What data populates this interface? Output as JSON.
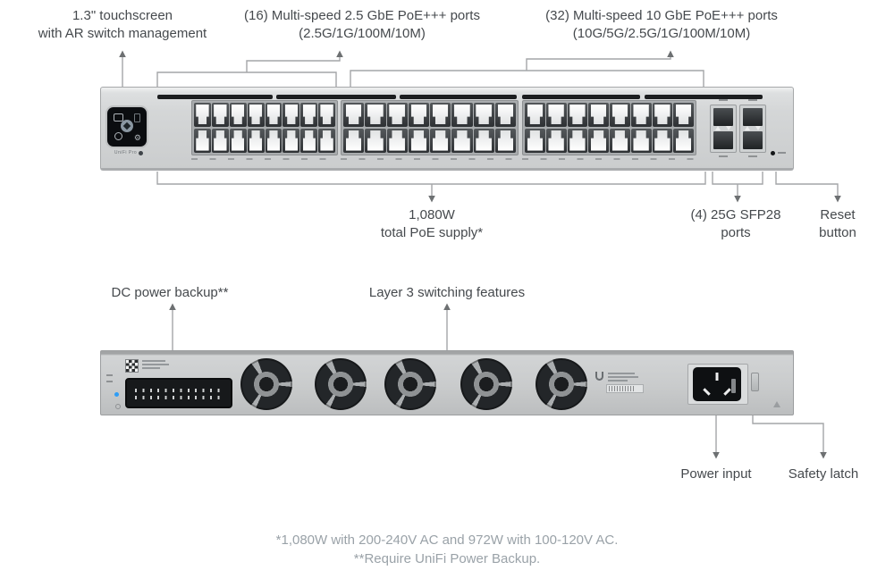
{
  "labels": {
    "touchscreen": {
      "line1": "1.3\" touchscreen",
      "line2": "with AR switch management"
    },
    "ports_25g": {
      "line1": "(16) Multi-speed 2.5 GbE PoE+++ ports",
      "line2": "(2.5G/1G/100M/10M)"
    },
    "ports_10g": {
      "line1": "(32) Multi-speed 10 GbE PoE+++ ports",
      "line2": "(10G/5G/2.5G/1G/100M/10M)"
    },
    "poe_supply": {
      "line1": "1,080W",
      "line2": "total PoE supply*"
    },
    "sfp": {
      "line1": "(4) 25G SFP28",
      "line2": "ports"
    },
    "reset": {
      "line1": "Reset",
      "line2": "button"
    },
    "dc_backup": "DC power backup**",
    "layer3": "Layer 3 switching features",
    "power_input": "Power input",
    "safety_latch": "Safety latch"
  },
  "footnotes": {
    "line1": "*1,080W with 200-240V AC and 972W with 100-120V AC.",
    "line2": "**Require UniFi Power Backup."
  },
  "device": {
    "front": {
      "rj45_port_count": 48,
      "port_groups": 3,
      "columns_per_group": 8,
      "rows_per_group": 2,
      "sfp28_count": 4,
      "screen_wordmark": "UniFi Pro"
    },
    "rear": {
      "fan_count": 5
    }
  },
  "colors": {
    "label_text": "#45494d",
    "footnote_text": "#9aa2a8",
    "callout_line": "#a4a6a8",
    "arrowhead": "#6d7072",
    "chassis_front": "#d4d6d7",
    "chassis_rear": "#c9cbcc",
    "port_dark": "#2e3134",
    "led_blue": "#2e9df6"
  }
}
